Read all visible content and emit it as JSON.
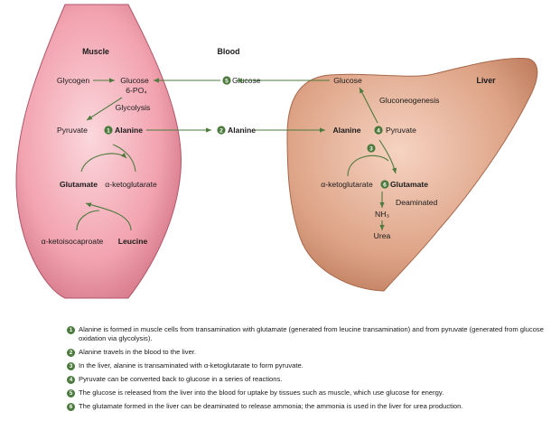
{
  "labels": {
    "muscle": "Muscle",
    "blood": "Blood",
    "liver": "Liver",
    "glycogen": "Glycogen",
    "glucose_6p": "Glucose",
    "glucose_6p_sub": "6-PO₄",
    "glycolysis": "Glycolysis",
    "pyruvate_muscle": "Pyruvate",
    "alanine_muscle": "Alanine",
    "glutamate_muscle": "Glutamate",
    "akg_muscle": "α-ketoglutarate",
    "akic": "α-ketoisocaproate",
    "leucine": "Leucine",
    "glucose_blood": "Glucose",
    "alanine_blood": "Alanine",
    "glucose_liver": "Glucose",
    "gluconeogenesis": "Gluconeogenesis",
    "alanine_liver": "Alanine",
    "pyruvate_liver": "Pyruvate",
    "akg_liver": "α-ketoglutarate",
    "glutamate_liver": "Glutamate",
    "deaminated": "Deaminated",
    "nh3": "NH₃",
    "urea": "Urea"
  },
  "step_numbers": [
    "1",
    "2",
    "3",
    "4",
    "5",
    "6"
  ],
  "legend": [
    {
      "num": "1",
      "text": "Alanine is formed in muscle cells from transamination with glutamate (generated from leucine transamination) and from pyruvate (generated from glucose oxidation via glycolysis)."
    },
    {
      "num": "2",
      "text": "Alanine travels in the blood to the liver."
    },
    {
      "num": "3",
      "text": "In the liver, alanine is transaminated with α-ketoglutarate to form pyruvate."
    },
    {
      "num": "4",
      "text": "Pyruvate can be converted back to glucose in a series of reactions."
    },
    {
      "num": "5",
      "text": "The glucose is released from the liver into the blood for uptake by tissues such as muscle, which use glucose for energy."
    },
    {
      "num": "6",
      "text": "The glutamate formed in the liver can be deaminated to release ammonia; the ammonia is used in the liver for urea production."
    }
  ],
  "colors": {
    "muscle_fill": "#f2a3b0",
    "liver_fill": "#d9a083",
    "arrow": "#4b7a3c",
    "alanine": "#8b2f4a",
    "glutamate": "#2f6fa8",
    "leucine": "#d0203a",
    "badge": "#4b7a3c"
  }
}
